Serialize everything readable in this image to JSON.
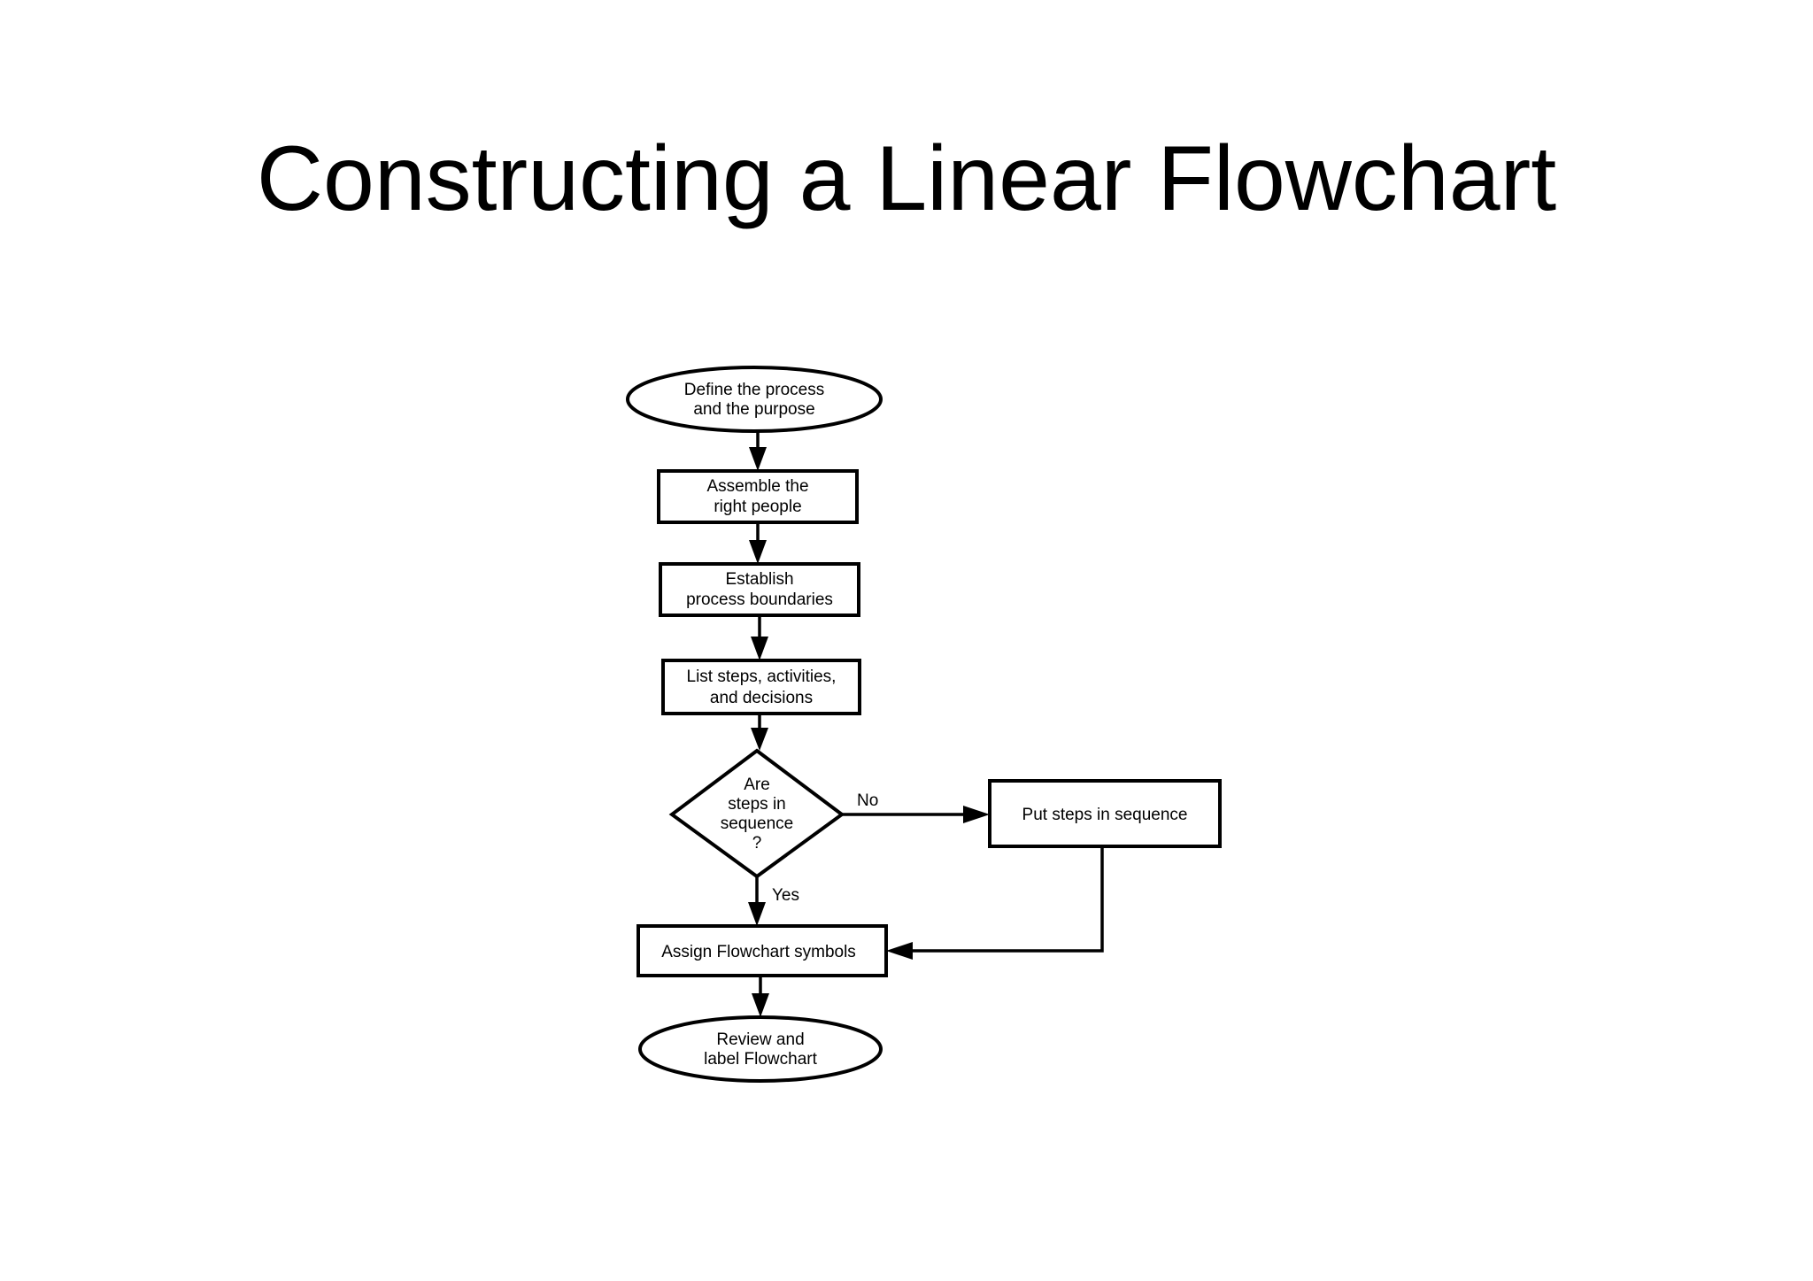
{
  "slide": {
    "title": "Constructing a Linear Flowchart"
  },
  "flowchart": {
    "nodes": {
      "define": {
        "shape": "ellipse",
        "lines": [
          "Define the process",
          "and the purpose"
        ]
      },
      "assemble": {
        "shape": "rectangle",
        "lines": [
          "Assemble the",
          "right people"
        ]
      },
      "establish": {
        "shape": "rectangle",
        "lines": [
          "Establish",
          "process boundaries"
        ]
      },
      "list": {
        "shape": "rectangle",
        "lines": [
          "List steps, activities,",
          "and decisions"
        ]
      },
      "decision": {
        "shape": "diamond",
        "lines": [
          "Are",
          "steps in",
          "sequence",
          "?"
        ]
      },
      "sequence": {
        "shape": "rectangle",
        "lines": [
          "Put steps in sequence"
        ]
      },
      "assign": {
        "shape": "rectangle",
        "lines": [
          "Assign Flowchart symbols"
        ]
      },
      "review": {
        "shape": "ellipse",
        "lines": [
          "Review and",
          "label Flowchart"
        ]
      }
    },
    "edges": {
      "no_label": "No",
      "yes_label": "Yes"
    },
    "colors": {
      "stroke": "#000000",
      "fill": "#ffffff"
    }
  }
}
